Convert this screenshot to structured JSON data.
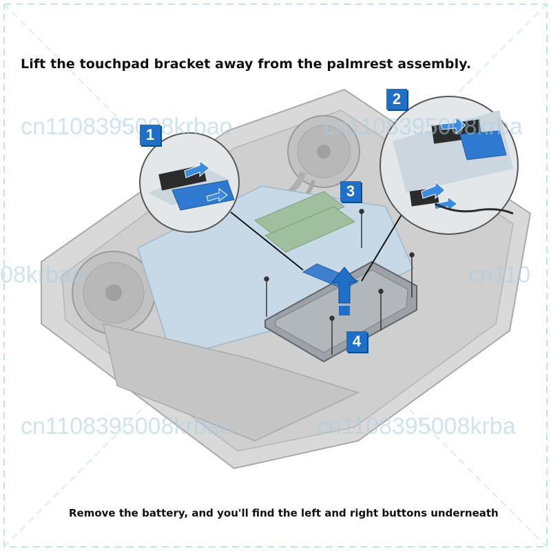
{
  "heading": "Lift the touchpad bracket away from the palmrest assembly.",
  "footer": "Remove the battery, and you'll find the left and right buttons underneath",
  "watermarks": {
    "a": "cn1108395008krbao",
    "b": "cn1108395008krba",
    "c": "08krbao",
    "d": "cn110",
    "e": "cn1108395008krbao",
    "f": "cn1108395008krba"
  },
  "steps": [
    "1",
    "2",
    "3",
    "4"
  ],
  "colors": {
    "frame_dash": "#bfe3f2",
    "badge": "#1f6fc6",
    "arrow": "#1f6fc6",
    "chassis": "#bcbcbc",
    "board": "#c7d9e6"
  }
}
